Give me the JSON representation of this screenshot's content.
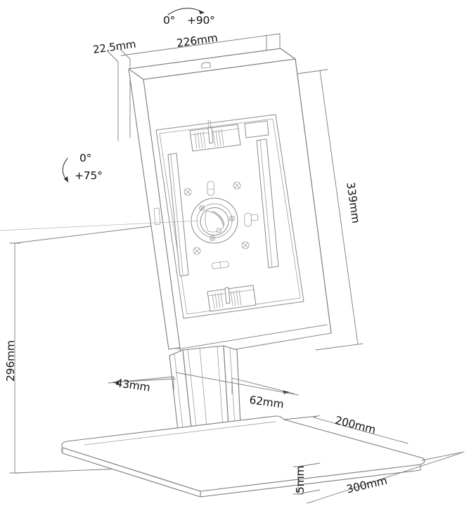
{
  "drawing": {
    "title": "Tablet desk stand dimensional drawing",
    "units": "mm",
    "view": "isometric technical line drawing"
  },
  "annotations": {
    "rotation": {
      "name": "rotation-range",
      "from": "0°",
      "to": "+90°",
      "combined": "0°   +90°",
      "icon": "curved-arrow-clockwise"
    },
    "tilt": {
      "name": "tilt-range",
      "from": "0°",
      "to": "+75°",
      "icon": "curved-arrow-counterclockwise"
    }
  },
  "dimensions": {
    "frame_depth": {
      "label": "22.5mm",
      "value": 22.5,
      "unit": "mm"
    },
    "frame_width": {
      "label": "226mm",
      "value": 226,
      "unit": "mm"
    },
    "frame_height": {
      "label": "339mm",
      "value": 339,
      "unit": "mm"
    },
    "total_height": {
      "label": "296mm",
      "value": 296,
      "unit": "mm"
    },
    "column_depth": {
      "label": "43mm",
      "value": 43,
      "unit": "mm"
    },
    "column_width": {
      "label": "62mm",
      "value": 62,
      "unit": "mm"
    },
    "base_depth": {
      "label": "200mm",
      "value": 200,
      "unit": "mm"
    },
    "base_width": {
      "label": "300mm",
      "value": 300,
      "unit": "mm"
    },
    "base_thickness": {
      "label": "5mm",
      "value": 5,
      "unit": "mm"
    }
  },
  "colors": {
    "line": "#8a8a8a",
    "dimension_line": "#7a7a7a",
    "text": "#111111",
    "background": "#ffffff"
  },
  "parts": {
    "tablet_frame": "tablet-holder-frame",
    "mount_plate": "vesa-mount-plate",
    "rotation_hub": "rotation-hub",
    "column": "support-column",
    "foot": "column-foot",
    "base_plate": "base-plate",
    "clamp_top": "top-clamp-bracket",
    "clamp_bottom": "bottom-clamp-bracket",
    "rail_left": "left-rail",
    "rail_right": "right-rail",
    "screws": [
      "screw-top-left",
      "screw-top-right",
      "screw-bottom-left",
      "screw-bottom-right"
    ],
    "keyholes": [
      "keyhole-top",
      "keyhole-right",
      "keyhole-bottom"
    ]
  }
}
